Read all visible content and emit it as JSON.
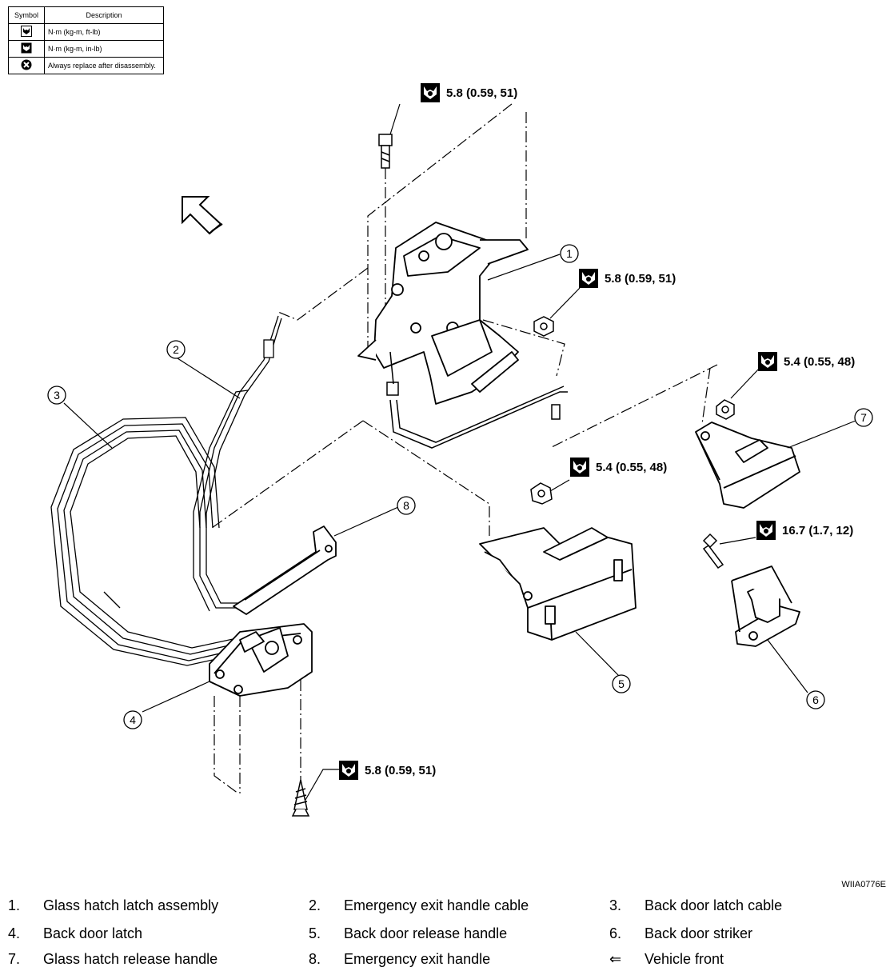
{
  "legend": {
    "header_symbol": "Symbol",
    "header_description": "Description",
    "rows": [
      {
        "icon": "torque-ftlb-icon",
        "description": "N·m (kg-m, ft-lb)"
      },
      {
        "icon": "torque-inlb-icon",
        "description": "N·m (kg-m, in-lb)"
      },
      {
        "icon": "replace-icon",
        "description": "Always replace after disassembly."
      }
    ]
  },
  "torques": [
    {
      "label": "5.8 (0.59, 51)",
      "unit_icon": "torque-ftlb-icon"
    },
    {
      "label": "5.8 (0.59, 51)",
      "unit_icon": "torque-ftlb-icon"
    },
    {
      "label": "5.4 (0.55, 48)",
      "unit_icon": "torque-ftlb-icon"
    },
    {
      "label": "5.4 (0.55, 48)",
      "unit_icon": "torque-ftlb-icon"
    },
    {
      "label": "16.7 (1.7, 12)",
      "unit_icon": "torque-ftlb-icon"
    },
    {
      "label": "5.8 (0.59, 51)",
      "unit_icon": "torque-ftlb-icon"
    }
  ],
  "callouts": [
    "1",
    "2",
    "3",
    "4",
    "5",
    "6",
    "7",
    "8"
  ],
  "reference_code": "WIIA0776E",
  "parts": [
    {
      "num": "1.",
      "name": "Glass hatch latch assembly"
    },
    {
      "num": "2.",
      "name": "Emergency exit handle cable"
    },
    {
      "num": "3.",
      "name": "Back door latch cable"
    },
    {
      "num": "4.",
      "name": "Back door latch"
    },
    {
      "num": "5.",
      "name": "Back door release handle"
    },
    {
      "num": "6.",
      "name": "Back door striker"
    },
    {
      "num": "7.",
      "name": "Glass hatch release handle"
    },
    {
      "num": "8.",
      "name": "Emergency exit handle"
    },
    {
      "num": "⇐",
      "name": "Vehicle front"
    }
  ]
}
